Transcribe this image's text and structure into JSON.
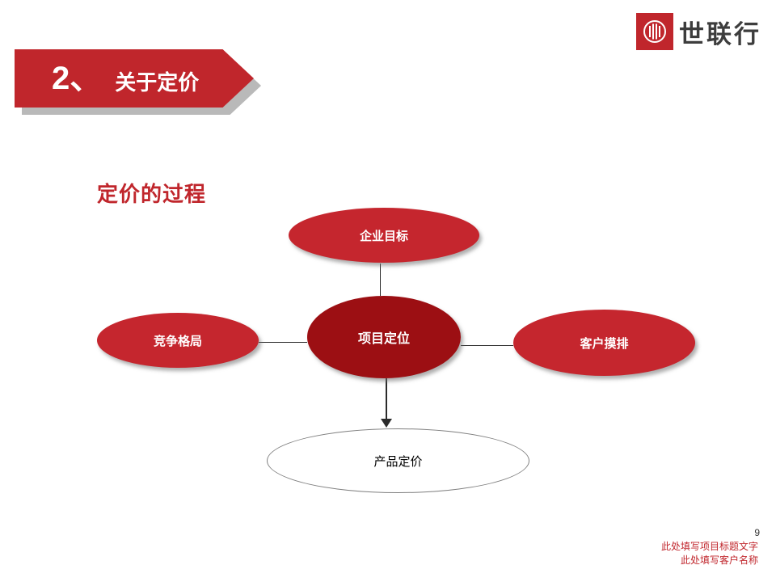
{
  "logo": {
    "brand_name": "世联行"
  },
  "banner": {
    "number": "2、",
    "title": "关于定价"
  },
  "section": {
    "heading": "定价的过程"
  },
  "diagram": {
    "nodes": {
      "top": {
        "label": "企业目标"
      },
      "left": {
        "label": "竞争格局"
      },
      "center": {
        "label": "项目定位"
      },
      "right": {
        "label": "客户摸排"
      },
      "bottom": {
        "label": "产品定价"
      }
    }
  },
  "footer": {
    "page_number": "9",
    "project_title_placeholder": "此处填写项目标题文字",
    "client_name_placeholder": "此处填写客户名称"
  },
  "colors": {
    "primary_red": "#C0262C",
    "node_red": "#C5262E",
    "node_dark_red": "#9C0F13",
    "shadow_gray": "#B9B9B9"
  }
}
